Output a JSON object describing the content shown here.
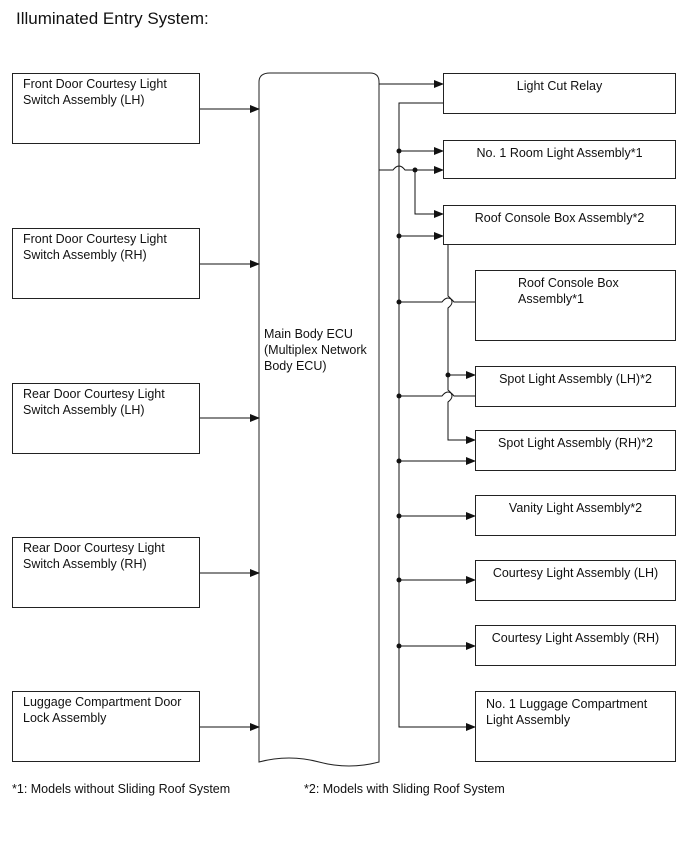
{
  "title": "Illuminated Entry System:",
  "ecu": {
    "label": "Main Body ECU\n(Multiplex Network\nBody ECU)"
  },
  "left_boxes": [
    {
      "label": "Front Door Courtesy Light\nSwitch Assembly (LH)"
    },
    {
      "label": "Front Door Courtesy Light\nSwitch Assembly (RH)"
    },
    {
      "label": "Rear Door Courtesy Light\nSwitch Assembly (LH)"
    },
    {
      "label": "Rear Door Courtesy Light\nSwitch Assembly (RH)"
    },
    {
      "label": "Luggage Compartment Door\nLock Assembly"
    }
  ],
  "right_boxes": [
    {
      "label": "Light Cut Relay"
    },
    {
      "label": "No. 1 Room Light Assembly*1"
    },
    {
      "label": "Roof Console Box Assembly*2"
    },
    {
      "label": "Roof Console Box\nAssembly*1"
    },
    {
      "label": "Spot Light Assembly (LH)*2"
    },
    {
      "label": "Spot Light Assembly (RH)*2"
    },
    {
      "label": "Vanity Light Assembly*2"
    },
    {
      "label": "Courtesy Light Assembly (LH)"
    },
    {
      "label": "Courtesy Light Assembly (RH)"
    },
    {
      "label": "No. 1 Luggage Compartment\nLight Assembly"
    }
  ],
  "notes": {
    "note1": "*1: Models without Sliding Roof System",
    "note2": "*2: Models with Sliding Roof System"
  }
}
